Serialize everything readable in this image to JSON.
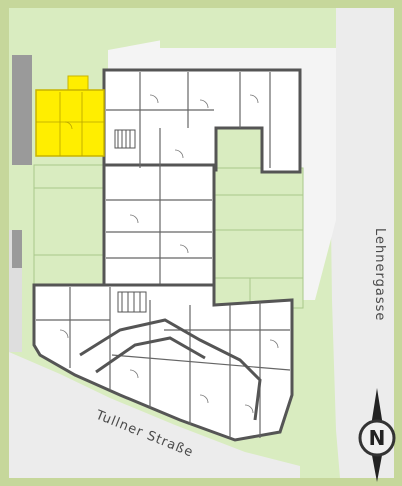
{
  "streets": {
    "right": "Lehnergasse",
    "bottom": "Tullner Straße"
  },
  "compass": {
    "letter": "N",
    "icon": "north-arrow-icon"
  },
  "colors": {
    "frame": "#c6d79b",
    "green": "#d9ecc0",
    "street": "#ececec",
    "wall": "#555555",
    "highlight": "#ffee00",
    "highlight_stroke": "#c8b400",
    "neighbor": "#9a9a9a"
  },
  "highlight": {
    "label": "highlighted-apartment"
  }
}
